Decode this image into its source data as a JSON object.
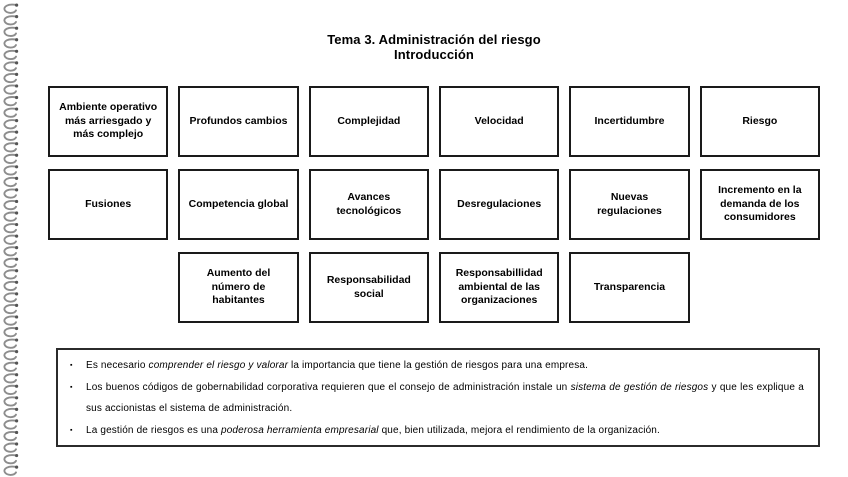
{
  "title": {
    "line1": "Tema 3. Administración del riesgo",
    "line2": "Introducción"
  },
  "grid": {
    "border_color": "#1a1a1a",
    "rows": [
      {
        "cells": [
          "Ambiente operativo más arriesgado y más complejo",
          "Profundos cambios",
          "Complejidad",
          "Velocidad",
          "Incertidumbre",
          "Riesgo"
        ]
      },
      {
        "cells": [
          "Fusiones",
          "Competencia global",
          "Avances tecnológicos",
          "Desregulaciones",
          "Nuevas regulaciones",
          "Incremento en la demanda de los consumidores"
        ]
      },
      {
        "cells": [
          "Aumento del número de habitantes",
          "Responsabilidad social",
          "Responsabillidad ambiental de las organizaciones",
          "Transparencia"
        ]
      }
    ]
  },
  "notes": {
    "marker": "▪",
    "border_color": "#2b2b2b",
    "bullets": [
      {
        "parts": [
          {
            "text": "Es necesario ",
            "italic": false
          },
          {
            "text": "comprender el riesgo y valorar",
            "italic": true
          },
          {
            "text": " la importancia que tiene la gestión de riesgos para una empresa.",
            "italic": false
          }
        ]
      },
      {
        "parts": [
          {
            "text": "Los buenos códigos de gobernabilidad corporativa requieren que el consejo de administración instale un ",
            "italic": false
          },
          {
            "text": "sistema de gestión de riesgos",
            "italic": true
          },
          {
            "text": " y que les explique a sus accionistas el sistema de administración.",
            "italic": false
          }
        ]
      },
      {
        "parts": [
          {
            "text": "La gestión de riesgos es una ",
            "italic": false
          },
          {
            "text": "poderosa herramienta empresarial",
            "italic": true
          },
          {
            "text": " que, bien utilizada, mejora el rendimiento de la organización.",
            "italic": false
          }
        ]
      }
    ]
  },
  "decoration": {
    "spiral_color": "#8d8d8d",
    "spiral_knob_color": "#555555"
  }
}
